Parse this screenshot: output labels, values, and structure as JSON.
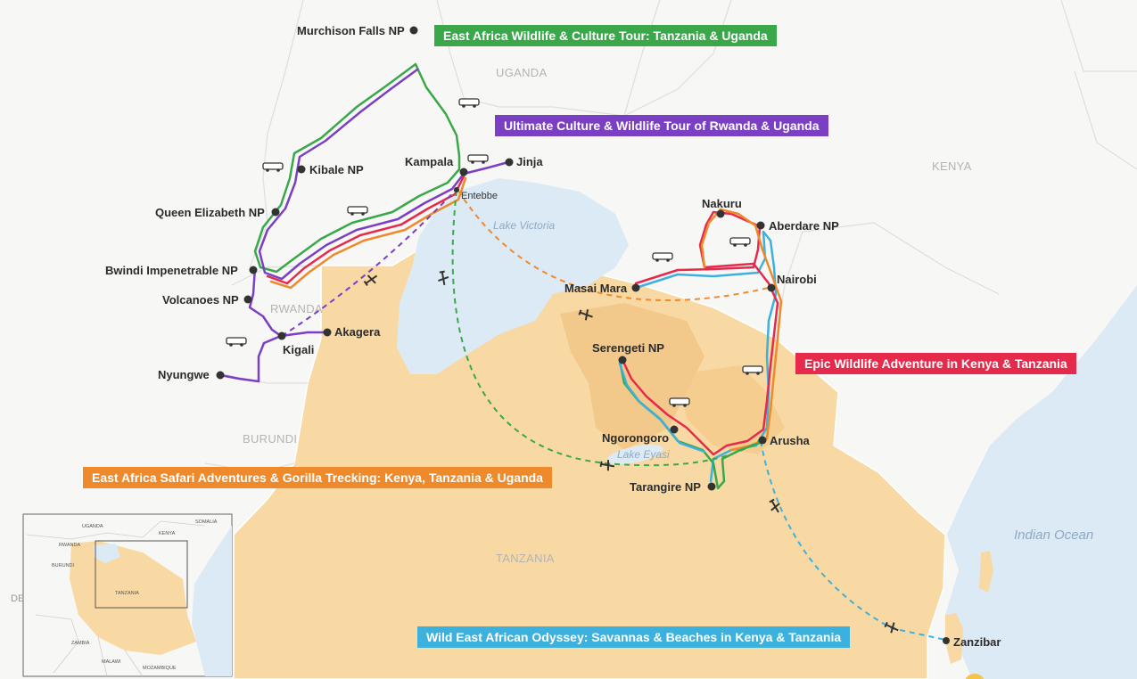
{
  "map": {
    "countries": [
      "UGANDA",
      "KENYA",
      "RWANDA",
      "BURUNDI",
      "TANZANIA"
    ],
    "water": [
      "Lake Victoria",
      "Lake Eyasi"
    ],
    "ocean": "Indian Ocean",
    "places": {
      "murchison": "Murchison Falls NP",
      "kibale": "Kibale NP",
      "queen": "Queen Elizabeth NP",
      "bwindi": "Bwindi Impenetrable NP",
      "volcanoes": "Volcanoes NP",
      "kigali": "Kigali",
      "akagera": "Akagera",
      "nyungwe": "Nyungwe",
      "kampala": "Kampala",
      "jinja": "Jinja",
      "entebbe": "Entebbe",
      "nakuru": "Nakuru",
      "aberdare": "Aberdare NP",
      "nairobi": "Nairobi",
      "masai": "Masai Mara",
      "serengeti": "Serengeti NP",
      "ngorongoro": "Ngorongoro",
      "arusha": "Arusha",
      "tarangire": "Tarangire NP",
      "zanzibar": "Zanzibar"
    },
    "inset": {
      "labels": [
        "UGANDA",
        "SOMALIA",
        "KENYA",
        "RWANDA",
        "BURUNDI",
        "TANZANIA",
        "ZAMBIA",
        "MALAWI",
        "MOZAMBIQUE"
      ],
      "edge": "DE"
    }
  },
  "tours": [
    {
      "name": "East Africa Wildlife & Culture Tour: Tanzania & Uganda",
      "color": "#3aa84a"
    },
    {
      "name": "Ultimate Culture & Wildlife Tour of Rwanda & Uganda",
      "color": "#7b3fc4"
    },
    {
      "name": "Epic Wildlife Adventure in Kenya & Tanzania",
      "color": "#e52a4c"
    },
    {
      "name": "East Africa Safari Adventures & Gorilla Trecking: Kenya, Tanzania & Uganda",
      "color": "#ef8a2c"
    },
    {
      "name": "Wild East African Odyssey: Savannas & Beaches in Kenya & Tanzania",
      "color": "#3cb1dd"
    }
  ],
  "colors": {
    "tanzania": "#f8d9a4",
    "tanzania_parks": "#f2c98a",
    "water": "#dceaf5",
    "land": "#f7f7f5",
    "border": "#dcdcdc"
  },
  "icons": {
    "vehicle": "car-icon",
    "flight": "plane-icon",
    "place": "location-dot-icon"
  }
}
